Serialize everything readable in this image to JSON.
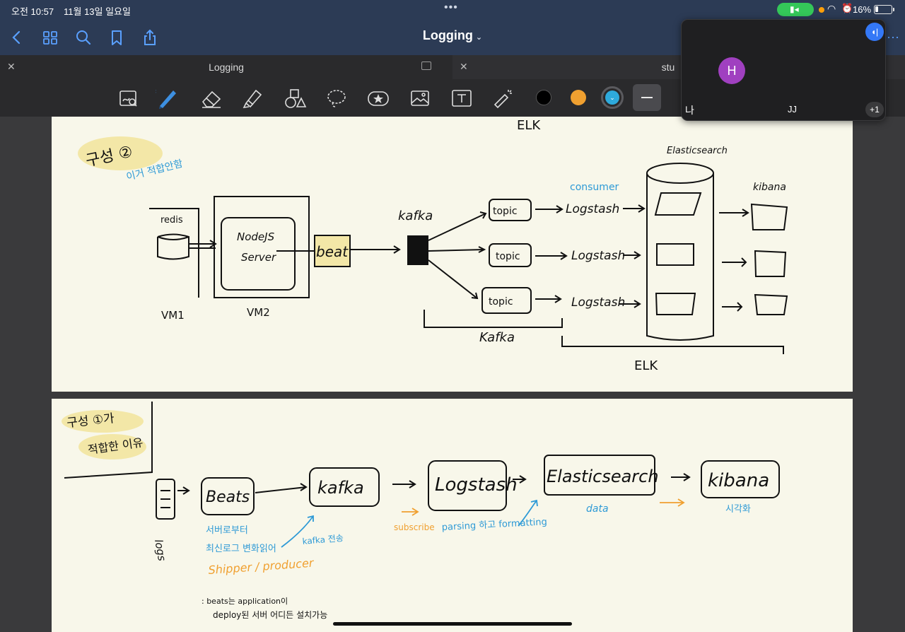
{
  "status": {
    "time": "오전 10:57",
    "date": "11월 13일 일요일",
    "battery": "16%"
  },
  "nav": {
    "title": "Logging"
  },
  "tabs": [
    {
      "label": "Logging"
    },
    {
      "label": "stu"
    }
  ],
  "toolbar": {
    "tools": [
      "zoom-window",
      "pen",
      "eraser",
      "highlighter",
      "shape",
      "lasso",
      "sticker",
      "image",
      "text",
      "laser"
    ],
    "colors": [
      "#000000",
      "#f0a030",
      "#2eaadc"
    ]
  },
  "call": {
    "avatar_initial": "H",
    "self_label": "나",
    "participant": "JJ",
    "more": "+1"
  },
  "page1": {
    "top_label": "ELK",
    "config_title": "구성 ②",
    "config_note": "이거 적합안함",
    "redis": "redis",
    "nodejs": "NodeJS",
    "server": "Server",
    "beat": "beat",
    "vm1": "VM1",
    "vm2": "VM2",
    "kafka": "kafka",
    "topic": "topic",
    "consumer": "consumer",
    "logstash": "Logstash",
    "elasticsearch": "Elasticsearch",
    "kibana": "kibana",
    "kafka_group": "Kafka",
    "elk_group": "ELK"
  },
  "page2": {
    "config_title": "구성 ①가",
    "config_note": "적합한 이유",
    "logs": "logs",
    "beats": "Beats",
    "kafka": "kafka",
    "logstash": "Logstash",
    "elasticsearch": "Elasticsearch",
    "kibana": "kibana",
    "beats_note1": "서버로부터",
    "beats_note2": "최신로그 변화읽어",
    "shipper": "Shipper / producer",
    "kafka_send": "kafka 전송",
    "subscribe": "subscribe",
    "parsing": "parsing 하고 formatting",
    "data": "data",
    "visualize": "시각화",
    "footnote1": ": beats는 application이",
    "footnote2": "deploy된 서버 어디든 설치가능"
  }
}
